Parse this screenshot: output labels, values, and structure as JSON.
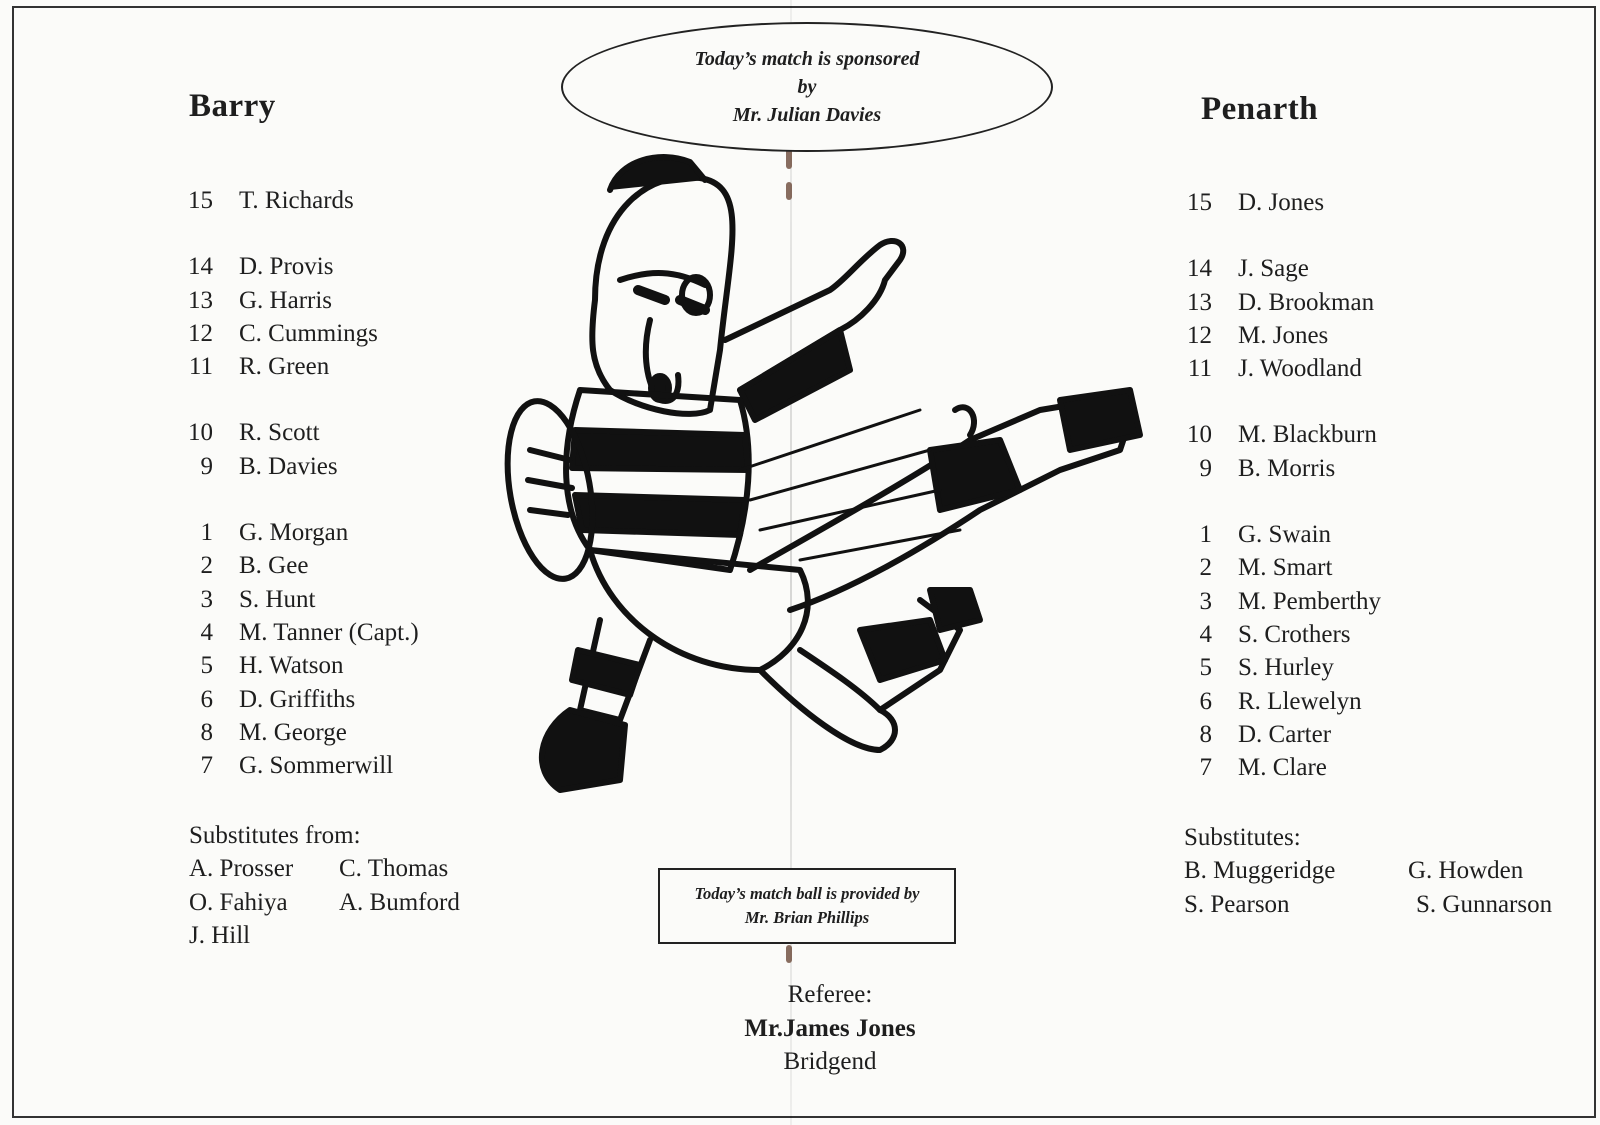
{
  "sponsor": {
    "line1": "Today’s match  is sponsored",
    "line2": "by",
    "line3": "Mr. Julian Davies"
  },
  "home": {
    "team": "Barry",
    "players": [
      {
        "num": "15",
        "name": "T. Richards"
      },
      {
        "num": "14",
        "name": "D. Provis"
      },
      {
        "num": "13",
        "name": "G. Harris"
      },
      {
        "num": "12",
        "name": "C. Cummings"
      },
      {
        "num": "11",
        "name": "R. Green"
      },
      {
        "num": "10",
        "name": "R. Scott"
      },
      {
        "num": "9",
        "name": "B. Davies"
      },
      {
        "num": "1",
        "name": "G. Morgan"
      },
      {
        "num": "2",
        "name": "B. Gee"
      },
      {
        "num": "3",
        "name": "S. Hunt"
      },
      {
        "num": "4",
        "name": "M. Tanner (Capt.)"
      },
      {
        "num": "5",
        "name": "H. Watson"
      },
      {
        "num": "6",
        "name": "D. Griffiths"
      },
      {
        "num": "8",
        "name": "M. George"
      },
      {
        "num": "7",
        "name": "G. Sommerwill"
      }
    ],
    "subs_label": "Substitutes from:",
    "subs": [
      "A. Prosser",
      "C. Thomas",
      "O. Fahiya",
      "A. Bumford",
      "J. Hill"
    ]
  },
  "away": {
    "team": "Penarth",
    "players": [
      {
        "num": "15",
        "name": "D. Jones"
      },
      {
        "num": "14",
        "name": "J. Sage"
      },
      {
        "num": "13",
        "name": "D. Brookman"
      },
      {
        "num": "12",
        "name": "M. Jones"
      },
      {
        "num": "11",
        "name": "J. Woodland"
      },
      {
        "num": "10",
        "name": "M. Blackburn"
      },
      {
        "num": "9",
        "name": "B. Morris"
      },
      {
        "num": "1",
        "name": "G. Swain"
      },
      {
        "num": "2",
        "name": "M. Smart"
      },
      {
        "num": "3",
        "name": "M. Pemberthy"
      },
      {
        "num": "4",
        "name": "S. Crothers"
      },
      {
        "num": "5",
        "name": "S. Hurley"
      },
      {
        "num": "6",
        "name": "R. Llewelyn"
      },
      {
        "num": "8",
        "name": "D. Carter"
      },
      {
        "num": "7",
        "name": "M. Clare"
      }
    ],
    "subs_label": "Substitutes:",
    "subs": [
      "B. Muggeridge",
      "G. Howden",
      "S. Pearson",
      "S. Gunnarson"
    ]
  },
  "match_ball": {
    "line1": "Today’s match ball is provided by",
    "line2": "Mr. Brian Phillips"
  },
  "referee": {
    "label": "Referee:",
    "name": "Mr.James Jones",
    "town": "Bridgend"
  },
  "colors": {
    "ink": "#1e1e1e",
    "paper": "#fbfbf9"
  }
}
